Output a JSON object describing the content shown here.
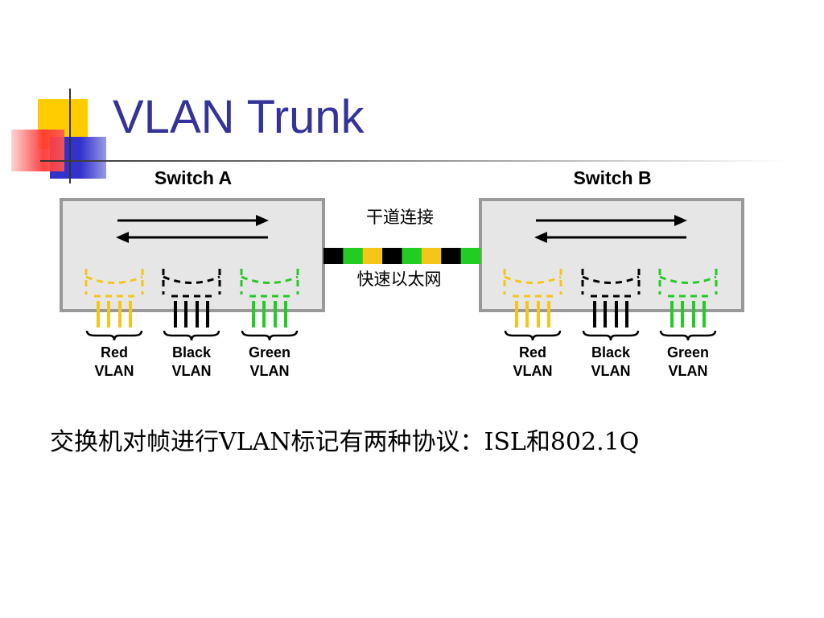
{
  "slide": {
    "title": "VLAN Trunk",
    "caption": "交换机对帧进行VLAN标记有两种协议：ISL和802.1Q"
  },
  "diagram": {
    "switches": [
      {
        "label": "Switch A",
        "vlans": [
          {
            "top": "Red",
            "bottom": "VLAN",
            "color": "#f5c518"
          },
          {
            "top": "Black",
            "bottom": "VLAN",
            "color": "#000000"
          },
          {
            "top": "Green",
            "bottom": "VLAN",
            "color": "#22cc22"
          }
        ]
      },
      {
        "label": "Switch B",
        "vlans": [
          {
            "top": "Red",
            "bottom": "VLAN",
            "color": "#f5c518"
          },
          {
            "top": "Black",
            "bottom": "VLAN",
            "color": "#000000"
          },
          {
            "top": "Green",
            "bottom": "VLAN",
            "color": "#22cc22"
          }
        ]
      }
    ],
    "trunk_top_label": "干道连接",
    "trunk_bottom_label": "快速以太网",
    "trunk_pattern": [
      "#000000",
      "#22cc22",
      "#f5c518",
      "#000000",
      "#22cc22",
      "#f5c518",
      "#000000",
      "#22cc22"
    ]
  },
  "colors": {
    "title": "#333399",
    "switch_fill": "#e6e6e6",
    "switch_border": "#999999",
    "deco_yellow": "#ffcc00",
    "deco_blue": "#3333cc",
    "deco_red": "#ff3333"
  }
}
